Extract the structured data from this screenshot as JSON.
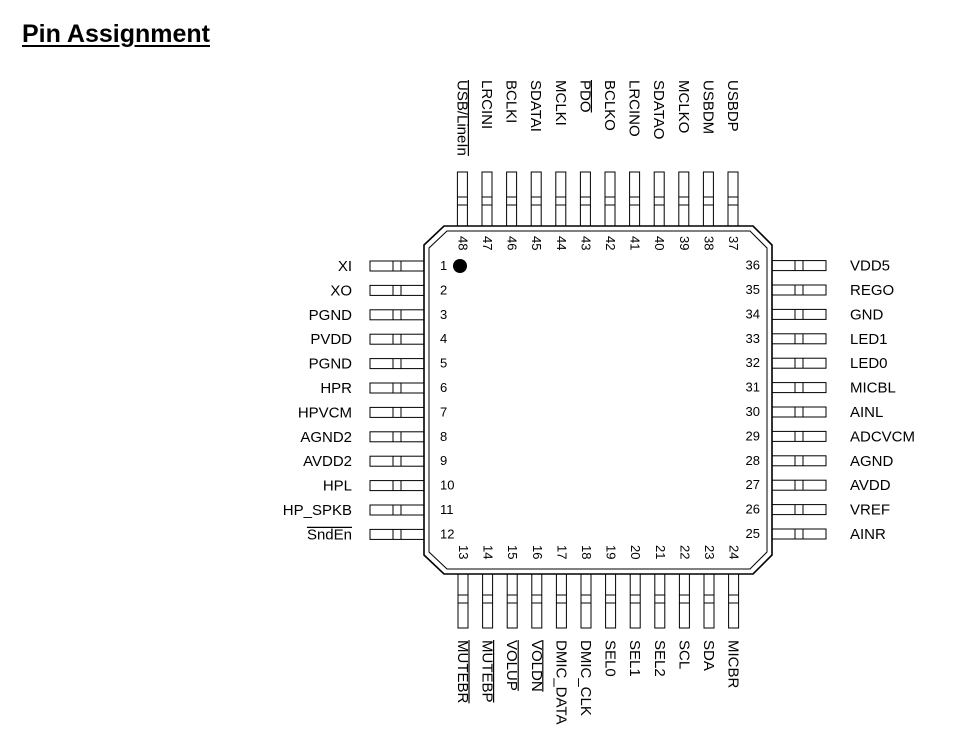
{
  "page": {
    "title": "Pin Assignment"
  },
  "pins": {
    "left": [
      {
        "num": "1",
        "name": "XI"
      },
      {
        "num": "2",
        "name": "XO"
      },
      {
        "num": "3",
        "name": "PGND"
      },
      {
        "num": "4",
        "name": "PVDD"
      },
      {
        "num": "5",
        "name": "PGND"
      },
      {
        "num": "6",
        "name": "HPR"
      },
      {
        "num": "7",
        "name": "HPVCM"
      },
      {
        "num": "8",
        "name": "AGND2"
      },
      {
        "num": "9",
        "name": "AVDD2"
      },
      {
        "num": "10",
        "name": "HPL"
      },
      {
        "num": "11",
        "name": "HP_SPKB"
      },
      {
        "num": "12",
        "name": "SndEn",
        "overline": true
      }
    ],
    "bottom": [
      {
        "num": "13",
        "name": "MUTEBR",
        "overline": true
      },
      {
        "num": "14",
        "name": "MUTEBP",
        "overline": true
      },
      {
        "num": "15",
        "name": "VOLUP",
        "overline": true
      },
      {
        "num": "16",
        "name": "VOLDN",
        "overline": true
      },
      {
        "num": "17",
        "name": "DMIC_DATA"
      },
      {
        "num": "18",
        "name": "DMIC_CLK"
      },
      {
        "num": "19",
        "name": "SEL0"
      },
      {
        "num": "20",
        "name": "SEL1"
      },
      {
        "num": "21",
        "name": "SEL2"
      },
      {
        "num": "22",
        "name": "SCL"
      },
      {
        "num": "23",
        "name": "SDA"
      },
      {
        "num": "24",
        "name": "MICBR"
      }
    ],
    "right": [
      {
        "num": "25",
        "name": "AINR"
      },
      {
        "num": "26",
        "name": "VREF"
      },
      {
        "num": "27",
        "name": "AVDD"
      },
      {
        "num": "28",
        "name": "AGND"
      },
      {
        "num": "29",
        "name": "ADCVCM"
      },
      {
        "num": "30",
        "name": "AINL"
      },
      {
        "num": "31",
        "name": "MICBL"
      },
      {
        "num": "32",
        "name": "LED0"
      },
      {
        "num": "33",
        "name": "LED1"
      },
      {
        "num": "34",
        "name": "GND"
      },
      {
        "num": "35",
        "name": "REGO"
      },
      {
        "num": "36",
        "name": "VDD5"
      }
    ],
    "top": [
      {
        "num": "37",
        "name": "USBDP"
      },
      {
        "num": "38",
        "name": "USBDM"
      },
      {
        "num": "39",
        "name": "MCLKO"
      },
      {
        "num": "40",
        "name": "SDATAO"
      },
      {
        "num": "41",
        "name": "LRCINO"
      },
      {
        "num": "42",
        "name": "BCLKO"
      },
      {
        "num": "43",
        "name": "PDO",
        "overline": true
      },
      {
        "num": "44",
        "name": "MCLKI"
      },
      {
        "num": "45",
        "name": "SDATAI"
      },
      {
        "num": "46",
        "name": "BCLKI"
      },
      {
        "num": "47",
        "name": "LRCINI"
      },
      {
        "num": "48",
        "name": "USB/LineIn",
        "overline": true
      }
    ]
  }
}
